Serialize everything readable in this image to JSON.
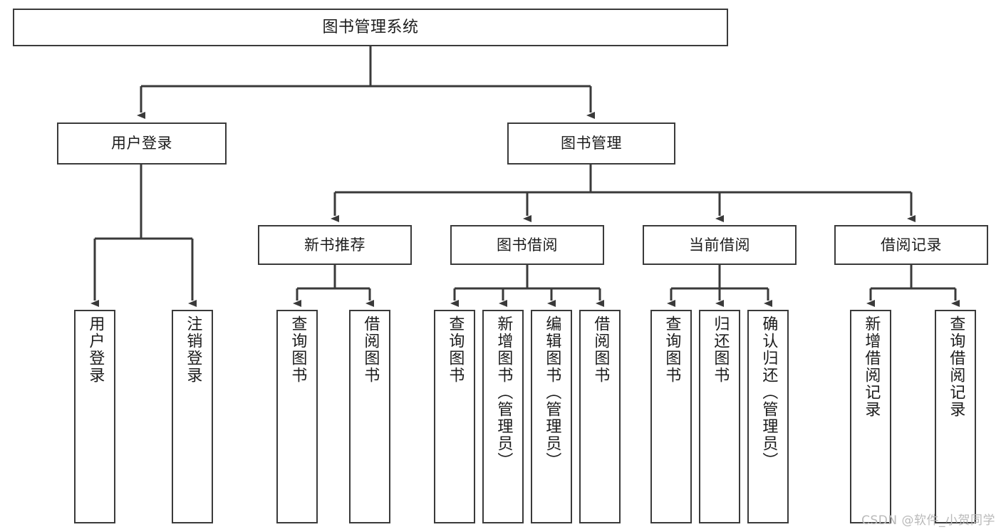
{
  "diagram": {
    "title": "图书管理系统",
    "type": "tree",
    "colors": {
      "stroke": "#3a3a3a",
      "fill": "#ffffff",
      "text": "#1c1c1c",
      "watermark": "#b9b9b9"
    },
    "root": {
      "label": "图书管理系统"
    },
    "level2": [
      {
        "id": "user-login",
        "label": "用户登录"
      },
      {
        "id": "book-manage",
        "label": "图书管理"
      }
    ],
    "level3": [
      {
        "id": "new-book-recommend",
        "label": "新书推荐",
        "parent": "book-manage"
      },
      {
        "id": "book-borrow",
        "label": "图书借阅",
        "parent": "book-manage"
      },
      {
        "id": "current-borrow",
        "label": "当前借阅",
        "parent": "book-manage"
      },
      {
        "id": "borrow-record",
        "label": "借阅记录",
        "parent": "book-manage"
      }
    ],
    "leaves": [
      {
        "id": "leaf-user-login",
        "label": "用户登录",
        "parent": "user-login"
      },
      {
        "id": "leaf-user-logout",
        "label": "注销登录",
        "parent": "user-login"
      },
      {
        "id": "leaf-query-book-1",
        "label": "查询图书",
        "parent": "new-book-recommend"
      },
      {
        "id": "leaf-borrow-book-1",
        "label": "借阅图书",
        "parent": "new-book-recommend"
      },
      {
        "id": "leaf-query-book-2",
        "label": "查询图书",
        "parent": "book-borrow"
      },
      {
        "id": "leaf-add-book",
        "label": "新增图书（管理员）",
        "parent": "book-borrow"
      },
      {
        "id": "leaf-edit-book",
        "label": "编辑图书（管理员）",
        "parent": "book-borrow"
      },
      {
        "id": "leaf-borrow-book-2",
        "label": "借阅图书",
        "parent": "book-borrow"
      },
      {
        "id": "leaf-query-book-3",
        "label": "查询图书",
        "parent": "current-borrow"
      },
      {
        "id": "leaf-return-book",
        "label": "归还图书",
        "parent": "current-borrow"
      },
      {
        "id": "leaf-confirm-return",
        "label": "确认归还（管理员）",
        "parent": "current-borrow"
      },
      {
        "id": "leaf-add-record",
        "label": "新增借阅记录",
        "parent": "borrow-record"
      },
      {
        "id": "leaf-query-record",
        "label": "查询借阅记录",
        "parent": "borrow-record"
      }
    ]
  },
  "watermark": {
    "text": "CSDN @软件_小贺同学"
  }
}
